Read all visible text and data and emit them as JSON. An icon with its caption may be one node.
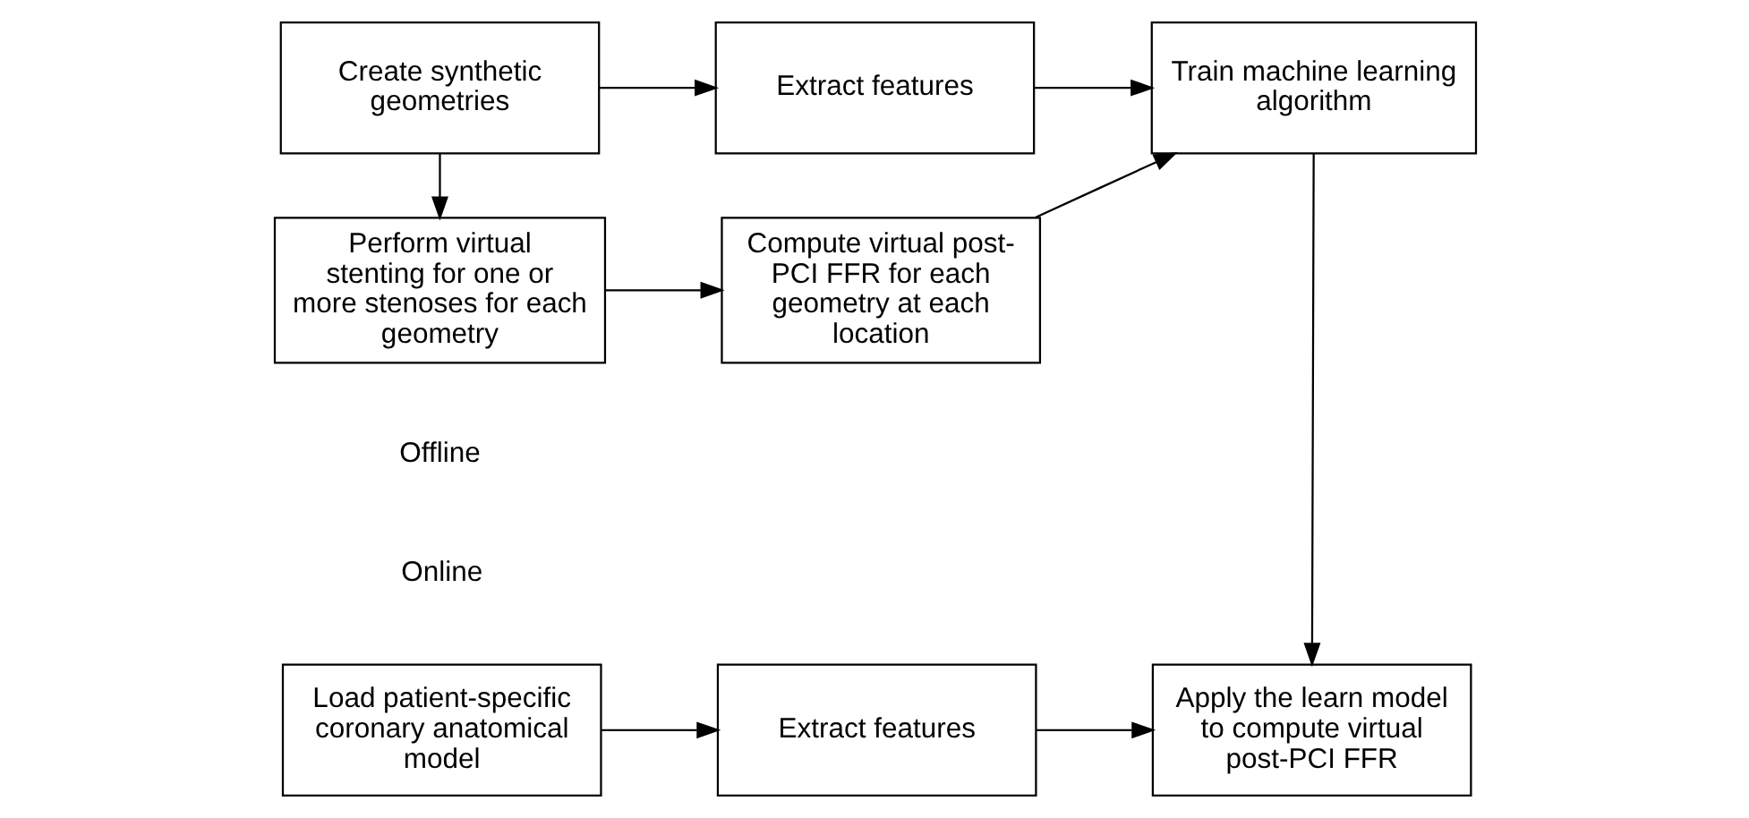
{
  "diagram": {
    "nodes": [
      {
        "text": [
          "Create synthetic geometries"
        ]
      },
      {
        "text": [
          "Extract features"
        ]
      },
      {
        "text": [
          "Train machine learning algorithm"
        ]
      },
      {
        "text": [
          "Perform virtual stenting for one or more stenoses for each geometry"
        ]
      },
      {
        "text": [
          "Compute virtual post-PCI FFR for each geometry at each location"
        ]
      },
      {
        "text": [
          "Load patient-specific coronary anatomical model"
        ]
      },
      {
        "text": [
          "Extract features"
        ]
      },
      {
        "text": [
          "Apply the learn model to compute virtual post-PCI FFR"
        ]
      }
    ],
    "edges": [
      {
        "from": 0,
        "to": 1,
        "arrow": "to"
      },
      {
        "from": 1,
        "to": 2,
        "arrow": "to"
      },
      {
        "from": 0,
        "to": 3,
        "arrow": "to"
      },
      {
        "from": 3,
        "to": 4,
        "arrow": "to"
      },
      {
        "from": 4,
        "to": 2,
        "arrow": "to"
      },
      {
        "from": 2,
        "to": 7,
        "arrow": "to"
      },
      {
        "from": 5,
        "to": 6,
        "arrow": "to"
      },
      {
        "from": 6,
        "to": 7,
        "arrow": "to"
      }
    ],
    "labels": [
      "Offline",
      "Online"
    ]
  }
}
